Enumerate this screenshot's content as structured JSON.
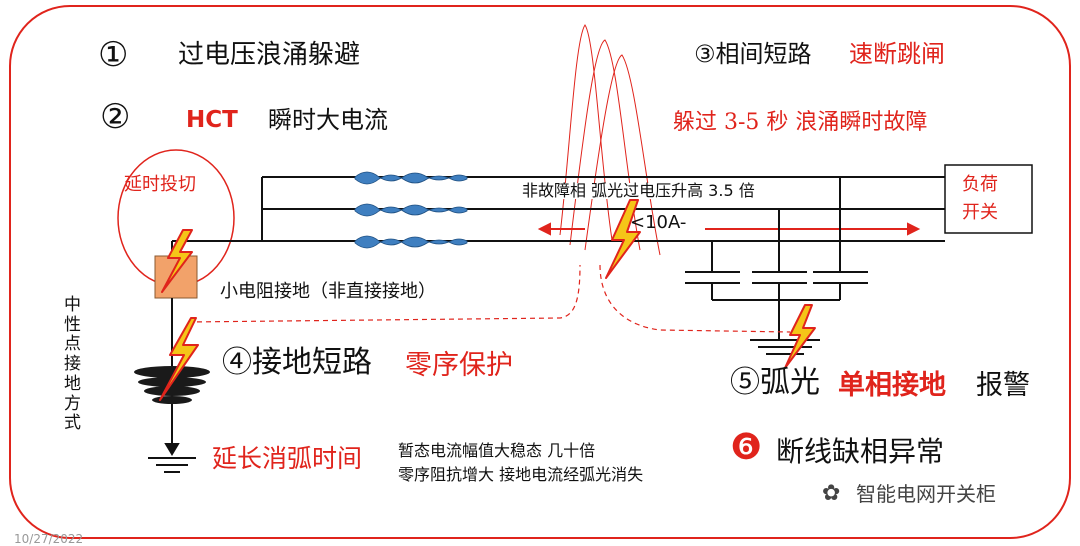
{
  "colors": {
    "red": "#e0241c",
    "black": "#111111",
    "blue": "#3f7fc0",
    "orange_box": "#f2a26a",
    "bolt": "#f5c518"
  },
  "items": {
    "n1": "①",
    "t1": "过电压浪涌躲避",
    "n2": "②",
    "t2_red": "HCT",
    "t2": "瞬时大电流",
    "t3_black": "③相间短路",
    "t3_red": "速断跳闸",
    "dodge": "躲过 3-5 秒  浪涌瞬时故障",
    "delay_switch": "延时投切",
    "nonfault": "非故障相   弧光过电压升高 3.5 倍",
    "current": "<10A-",
    "load_switch_1": "负荷",
    "load_switch_2": "开关",
    "small_resistor": "小电阻接地（非直接接地）",
    "neutral": "中性点接地方式",
    "t4_black": "④接地短路",
    "t4_red": "零序保护",
    "t5_black_a": "⑤弧光",
    "t5_red": "单相接地",
    "t5_black_b": "报警",
    "extend": "延长消弧时间",
    "transient_1": "暂态电流幅值大稳态 几十倍",
    "transient_2": "零序阻抗增大  接地电流经弧光消失",
    "n6": "❻",
    "t6": "断线缺相异常",
    "watermark": "智能电网开关柜",
    "date": "10/27/2022"
  }
}
